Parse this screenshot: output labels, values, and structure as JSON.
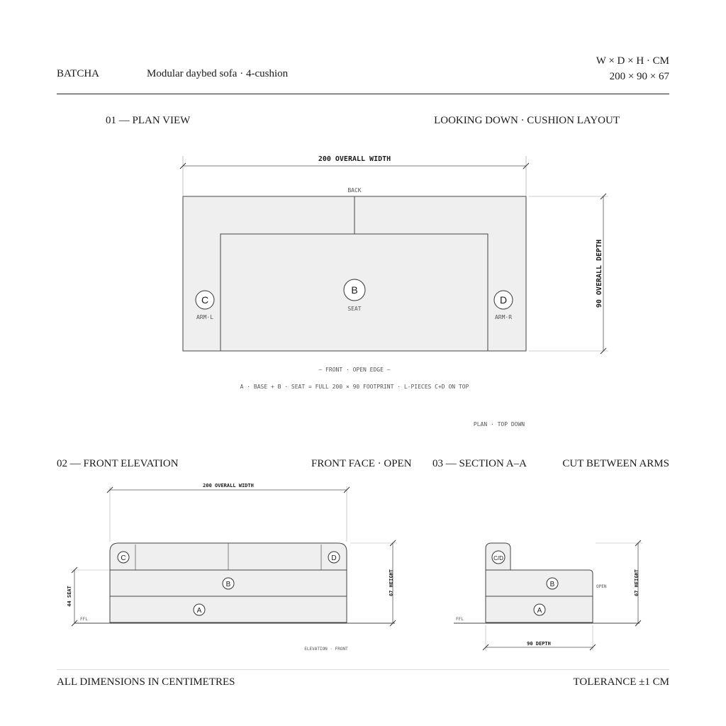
{
  "header": {
    "brand": "BATCHA",
    "subtitle": "Modular daybed sofa · 4-cushion",
    "dims_label": "W × D × H · CM",
    "dims_value": "200 × 90 × 67"
  },
  "plan": {
    "title": "01 — PLAN VIEW",
    "caption": "LOOKING DOWN · CUSHION LAYOUT",
    "width_dim": "200 OVERALL WIDTH",
    "depth_dim": "90 OVERALL DEPTH",
    "back_label": "BACK",
    "front_label": "— FRONT · OPEN EDGE —",
    "note": "A · BASE + B · SEAT = FULL 200 × 90 FOOTPRINT · L-PIECES C+D ON TOP",
    "view_label": "PLAN · TOP DOWN",
    "seat_letter": "B",
    "seat_label": "SEAT",
    "arm_l_letter": "C",
    "arm_l_label": "ARM·L",
    "arm_r_letter": "D",
    "arm_r_label": "ARM·R"
  },
  "front": {
    "title": "02 — FRONT ELEVATION",
    "caption": "FRONT FACE · OPEN",
    "width_dim": "200 OVERALL WIDTH",
    "height_dim": "67 HEIGHT",
    "seat_dim": "44 SEAT",
    "ffl": "FFL",
    "view_label": "ELEVATION · FRONT",
    "c": "C",
    "d": "D",
    "b": "B",
    "a": "A"
  },
  "section": {
    "title": "03 — SECTION A–A",
    "caption": "CUT BETWEEN ARMS",
    "height_dim": "67 HEIGHT",
    "depth_dim": "90 DEPTH",
    "open_label": "OPEN",
    "ffl": "FFL",
    "cd": "C/D",
    "b": "B",
    "a": "A"
  },
  "footer": {
    "left": "ALL DIMENSIONS IN CENTIMETRES",
    "right": "TOLERANCE ±1 CM"
  },
  "colors": {
    "fill": "#efefef",
    "stroke": "#444444",
    "rule": "#222222"
  }
}
